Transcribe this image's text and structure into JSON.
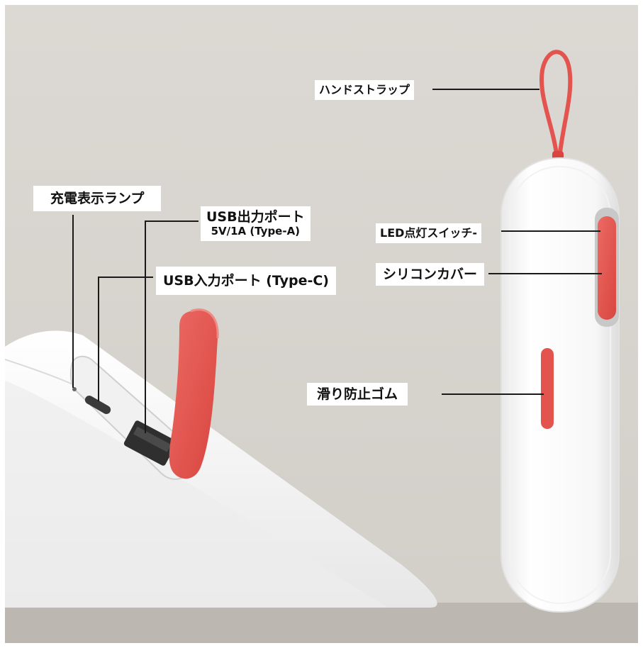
{
  "colors": {
    "background": "#d8d4cf",
    "floor": "#bcb7b0",
    "device_body": "#fafafa",
    "accent_red": "#e4544f"
  },
  "labels": {
    "hand_strap": "ハンドストラップ",
    "charge_indicator": "充電表示ランプ",
    "usb_output": "USB出力ポート",
    "usb_output_spec": "5V/1A (Type-A)",
    "usb_input": "USB入力ポート (Type-C)",
    "led_switch": "LED点灯スイッチ-",
    "silicone_cover": "シリコンカバー",
    "anti_slip_rubber": "滑り防止ゴム"
  }
}
